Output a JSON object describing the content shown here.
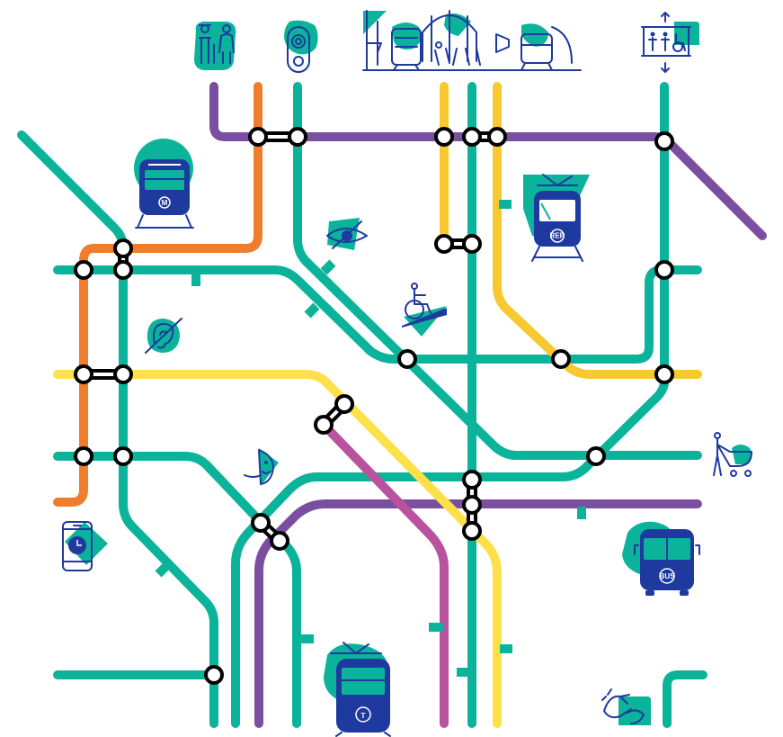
{
  "colors": {
    "teal": "#0bb39a",
    "purple": "#7b4fa0",
    "orange": "#f07d2b",
    "yellow": "#f7d030",
    "yellow_light": "#fde04a",
    "magenta": "#b9529f",
    "navy": "#1e3a9e",
    "stop_outline": "#000000"
  },
  "badges": {
    "metro": "M",
    "rer": "RER",
    "bus": "BUS",
    "tram": "T"
  },
  "icons": [
    "family-icon",
    "doorbell-icon",
    "station-platform-icon",
    "elevator-icon",
    "metro-train-icon",
    "visual-impairment-icon",
    "rer-train-icon",
    "wheelchair-ramp-icon",
    "hearing-impairment-icon",
    "mental-disability-icon",
    "stroller-icon",
    "smartphone-clock-icon",
    "bus-icon",
    "tram-icon",
    "sign-language-icon"
  ]
}
